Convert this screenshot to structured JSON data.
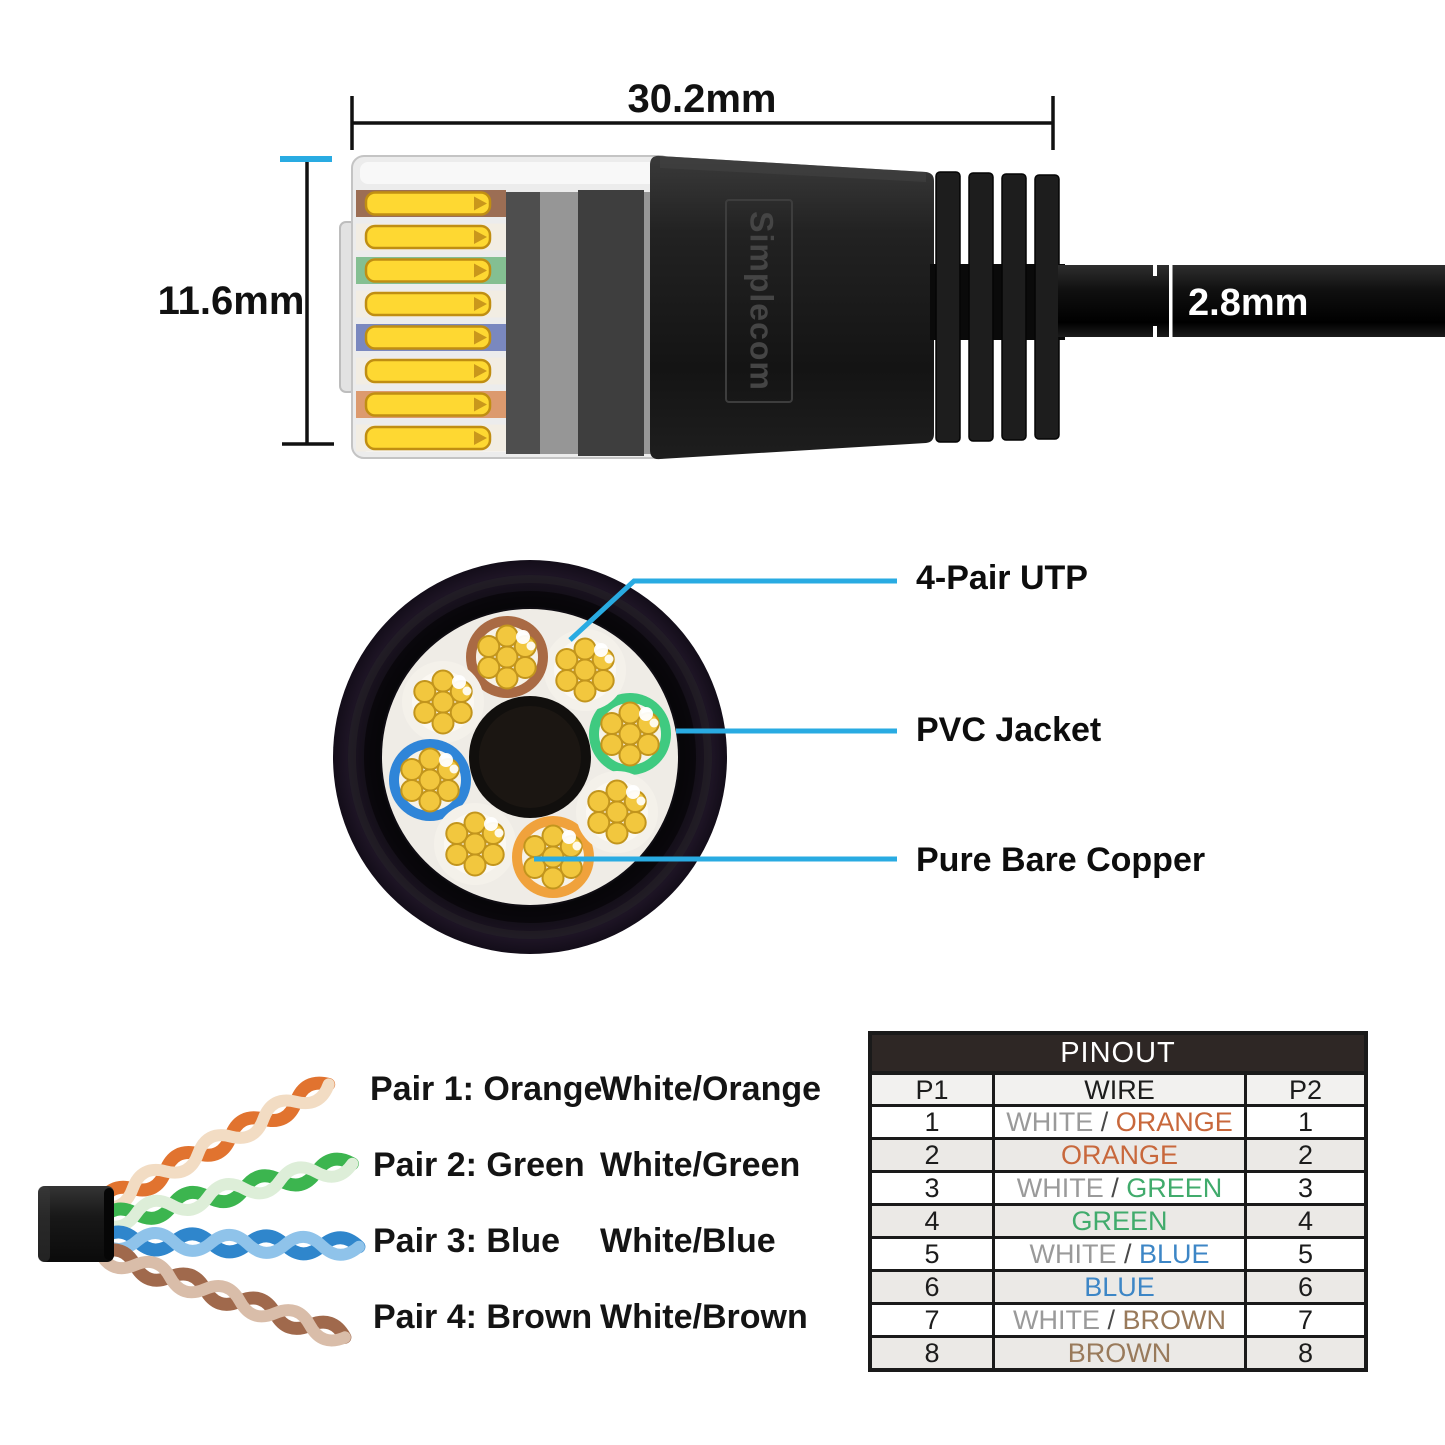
{
  "top_diagram": {
    "width_dim": "30.2mm",
    "height_dim": "11.6mm",
    "cable_dim": "2.8mm",
    "brand": "Simplecom"
  },
  "colors": {
    "accent_cyan": "#29abe2",
    "pinout_header_bg": "#2e2725",
    "orange": "#c8683c",
    "green": "#41ab6c",
    "blue": "#3d86c6",
    "brown": "#997a5b",
    "white_wire_text": "#9a9a9a"
  },
  "cross_section": {
    "callouts": [
      {
        "label": "4-Pair UTP"
      },
      {
        "label": "PVC Jacket"
      },
      {
        "label": "Pure Bare Copper"
      }
    ]
  },
  "pairs": [
    {
      "label": "Pair 1: Orange",
      "alt": "White/Orange"
    },
    {
      "label": "Pair 2: Green",
      "alt": "White/Green"
    },
    {
      "label": "Pair 3: Blue",
      "alt": "White/Blue"
    },
    {
      "label": "Pair 4: Brown",
      "alt": "White/Brown"
    }
  ],
  "pinout": {
    "title": "PINOUT",
    "columns": [
      "P1",
      "WIRE",
      "P2"
    ],
    "rows": [
      {
        "p1": "1",
        "p2": "1",
        "wire_white": "WHITE",
        "wire_sep": " / ",
        "wire_color": "ORANGE"
      },
      {
        "p1": "2",
        "p2": "2",
        "wire_color": "ORANGE"
      },
      {
        "p1": "3",
        "p2": "3",
        "wire_white": "WHITE",
        "wire_sep": " / ",
        "wire_color": "GREEN"
      },
      {
        "p1": "4",
        "p2": "4",
        "wire_color": "GREEN"
      },
      {
        "p1": "5",
        "p2": "5",
        "wire_white": "WHITE",
        "wire_sep": " / ",
        "wire_color": "BLUE"
      },
      {
        "p1": "6",
        "p2": "6",
        "wire_color": "BLUE"
      },
      {
        "p1": "7",
        "p2": "7",
        "wire_white": "WHITE",
        "wire_sep": " / ",
        "wire_color": "BROWN"
      },
      {
        "p1": "8",
        "p2": "8",
        "wire_color": "BROWN"
      }
    ]
  }
}
